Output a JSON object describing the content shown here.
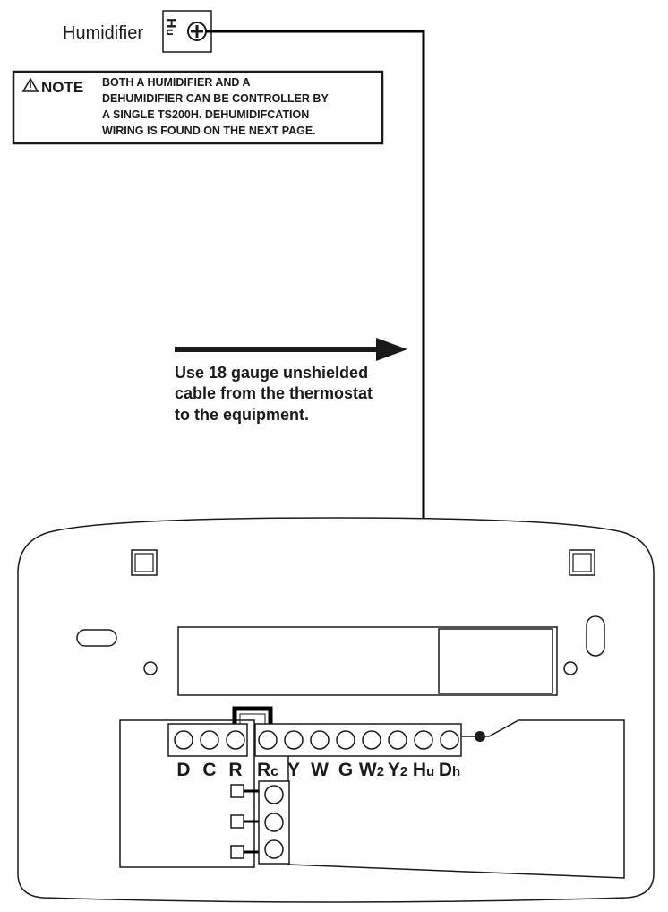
{
  "humidifier": {
    "label": "Humidifier",
    "badge_letters": [
      "H",
      "u"
    ],
    "terminal_icon": "plus-circle-icon"
  },
  "note": {
    "warning_icon": "warning-triangle-icon",
    "heading": "NOTE",
    "lines": [
      "BOTH A HUMIDIFIER AND A",
      "DEHUMIDIFIER CAN BE CONTROLLER BY",
      "A SINGLE TS200H. DEHUMIDIFCATION",
      "WIRING IS FOUND ON THE NEXT PAGE."
    ]
  },
  "cable_note": {
    "arrow_icon": "arrow-right-icon",
    "lines": [
      "Use 18 gauge unshielded",
      "cable from the thermostat",
      "to the equipment."
    ]
  },
  "terminals": {
    "left_labels": [
      {
        "main": "D",
        "sub": ""
      },
      {
        "main": "C",
        "sub": ""
      },
      {
        "main": "R",
        "sub": ""
      }
    ],
    "right_labels": [
      {
        "main": "R",
        "sub": "c"
      },
      {
        "main": "Y",
        "sub": ""
      },
      {
        "main": "W",
        "sub": ""
      },
      {
        "main": "G",
        "sub": ""
      },
      {
        "main": "W",
        "sub": "2"
      },
      {
        "main": "Y",
        "sub": "2"
      },
      {
        "main": "H",
        "sub": "u"
      },
      {
        "main": "D",
        "sub": "h"
      }
    ]
  },
  "colors": {
    "ink": "#1a1a1a",
    "wire": "#000000",
    "background": "#ffffff"
  }
}
